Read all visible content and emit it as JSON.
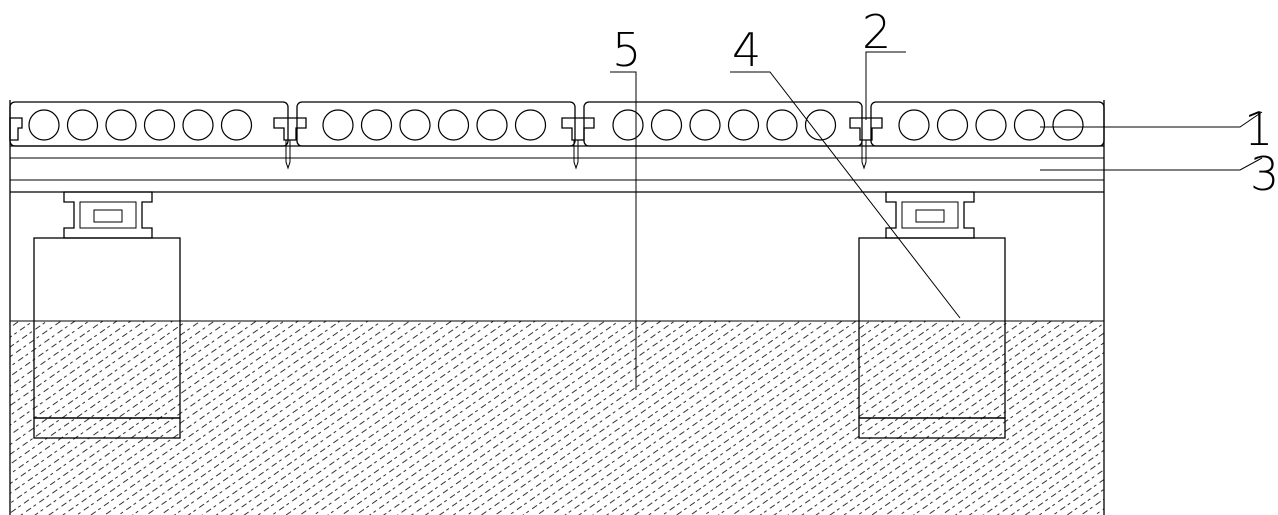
{
  "labels": {
    "one": "1",
    "two": "2",
    "three": "3",
    "four": "4",
    "five": "5"
  },
  "colors": {
    "line": "#000000",
    "background": "#ffffff"
  }
}
